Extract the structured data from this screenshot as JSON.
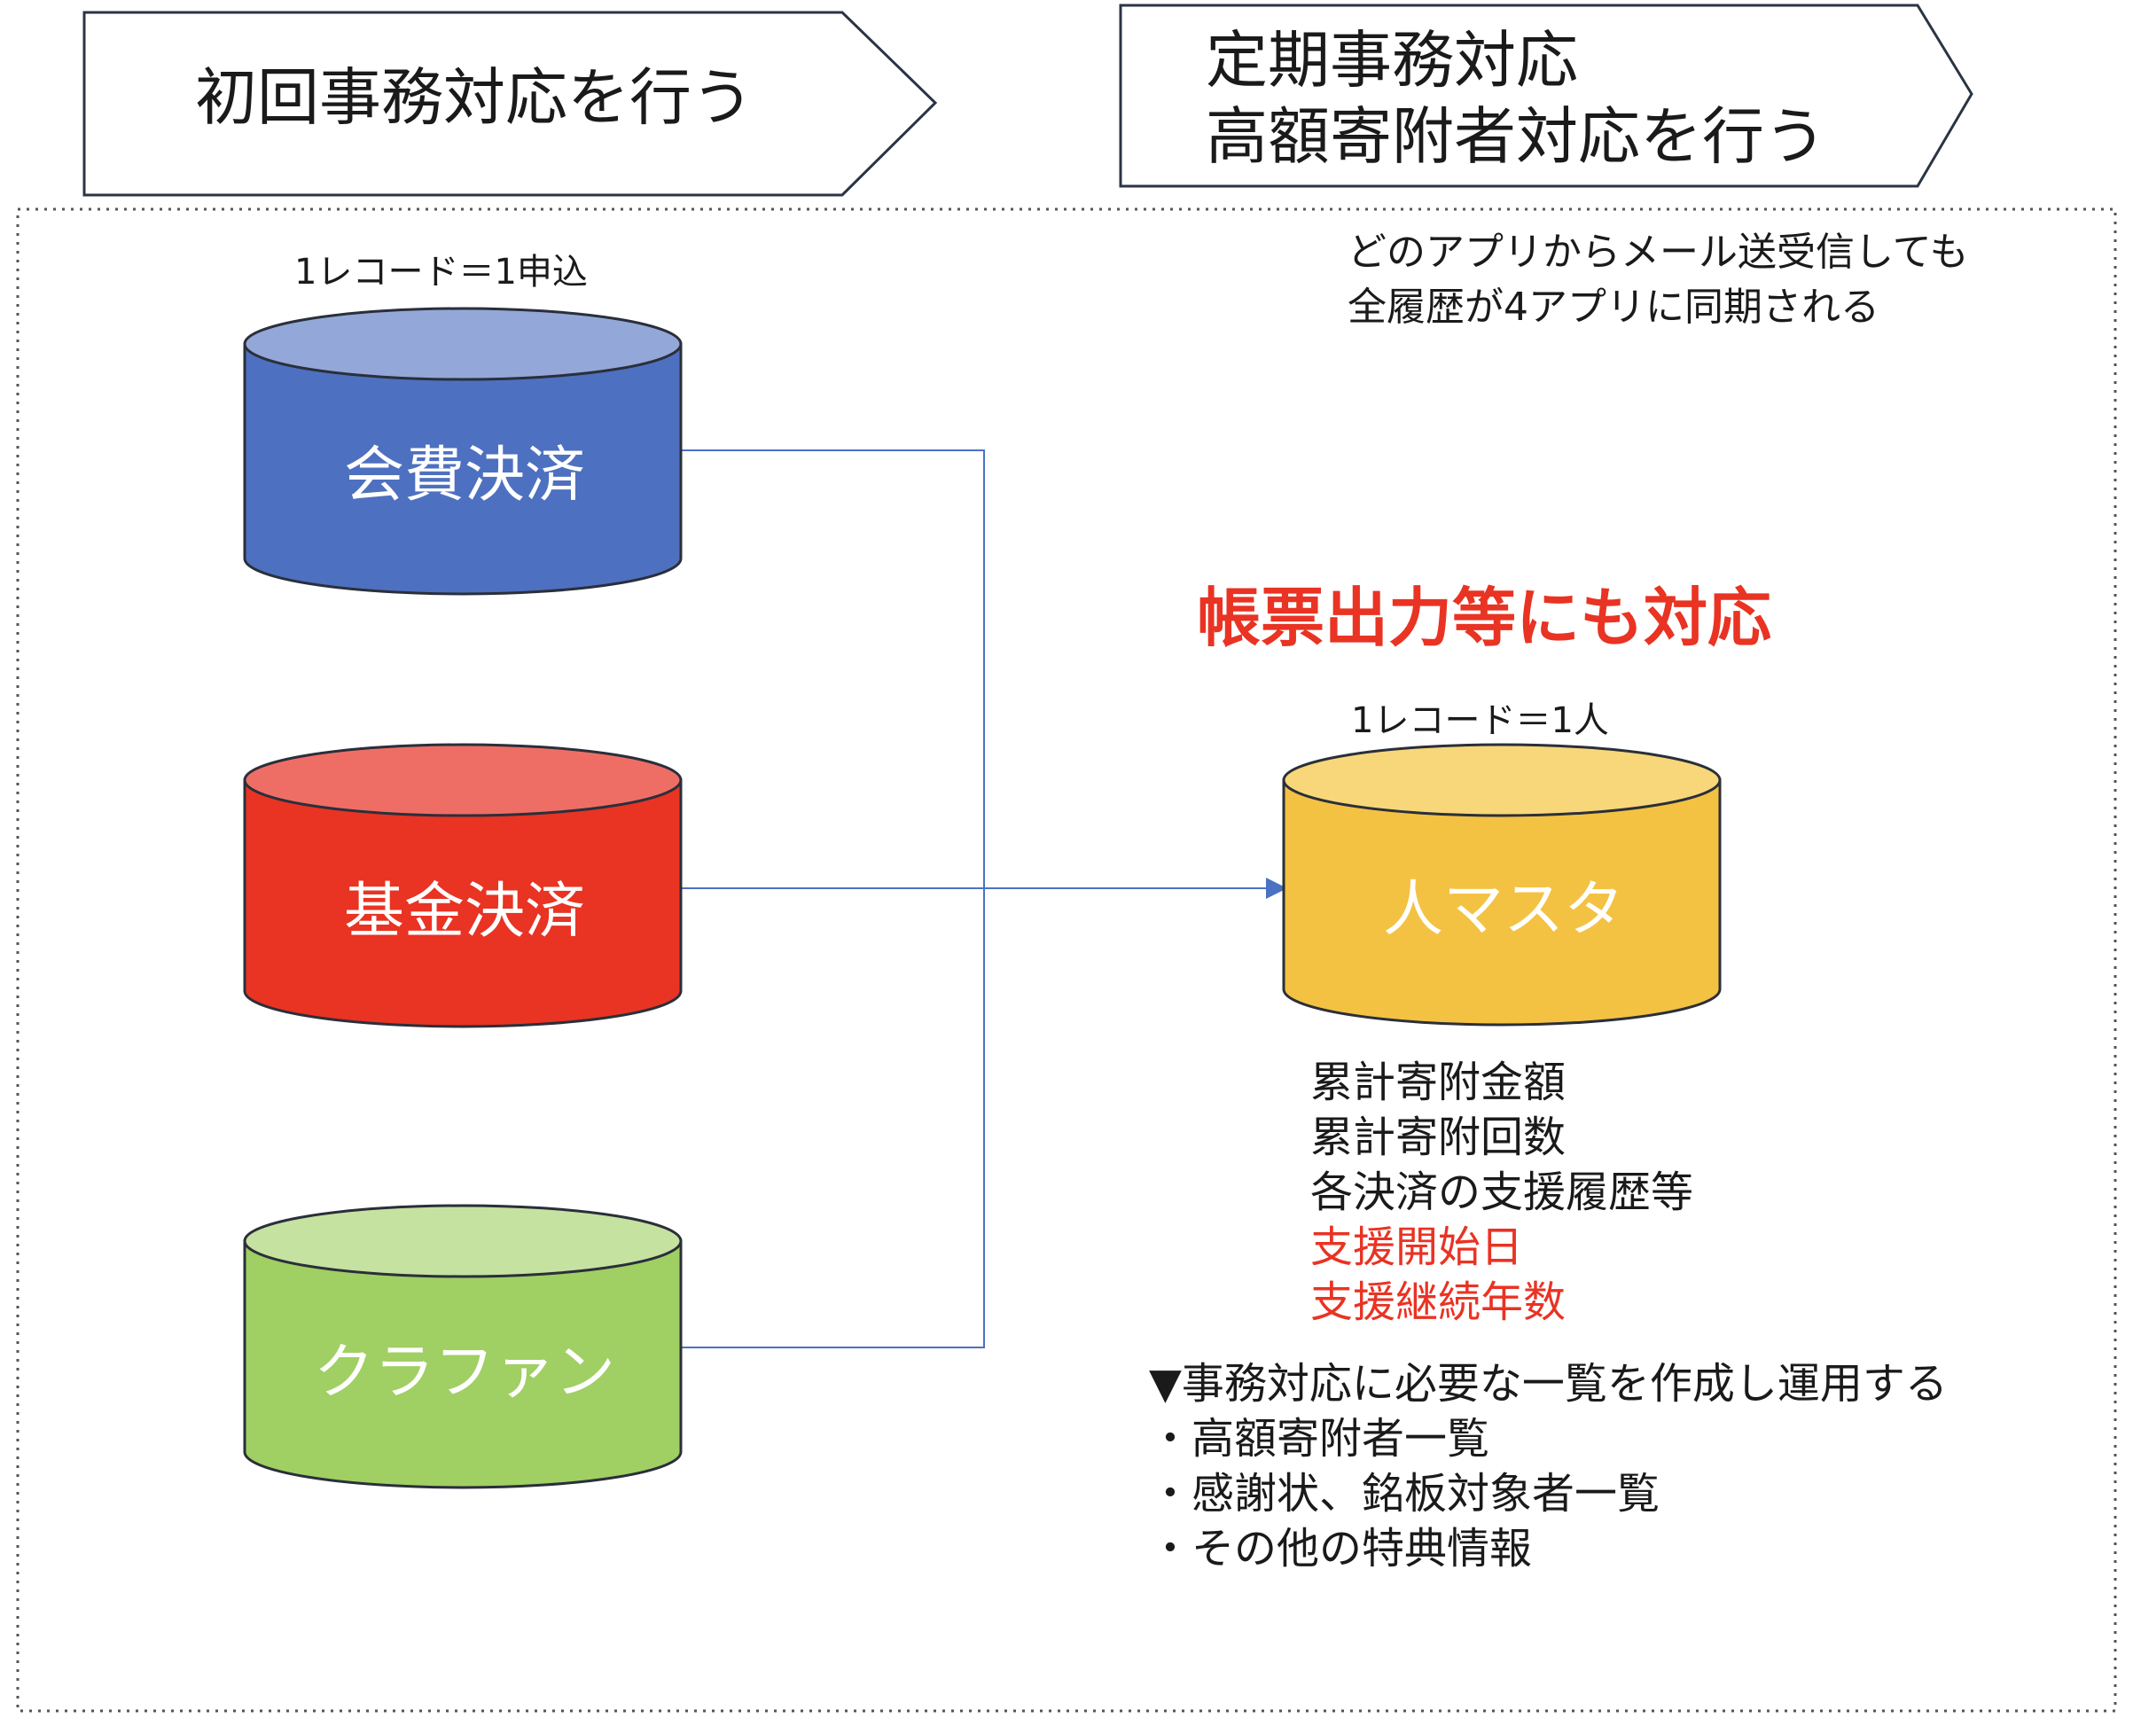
{
  "colors": {
    "blue": "#4e70c0",
    "blue_top": "#93a8d8",
    "red": "#e93323",
    "red_top": "#ee6e66",
    "green": "#a0cf63",
    "green_top": "#c5e2a0",
    "yellow": "#f4c242",
    "yellow_top": "#f7d779",
    "connector": "#4a72c4",
    "highlight_red": "#e93323"
  },
  "banners": {
    "left": {
      "text": "初回事務対応を行う"
    },
    "right": {
      "line1": "定期事務対応",
      "line2": "高額寄附者対応を行う"
    }
  },
  "sources": {
    "caption": "1レコード＝1申込",
    "items": [
      {
        "label": "会費決済",
        "color": "blue"
      },
      {
        "label": "基金決済",
        "color": "red"
      },
      {
        "label": "クラファン",
        "color": "green"
      }
    ]
  },
  "sync_note": {
    "line1": "どのアプリからメール送受信しても",
    "line2": "全履歴が4アプリに同期される"
  },
  "headline": "帳票出力等にも対応",
  "master": {
    "caption": "1レコード＝1人",
    "label": "人マスタ",
    "fields": [
      {
        "text": "累計寄附金額",
        "highlight": false
      },
      {
        "text": "累計寄附回数",
        "highlight": false
      },
      {
        "text": "各決済の支援履歴等",
        "highlight": false
      },
      {
        "text": "支援開始日",
        "highlight": true
      },
      {
        "text": "支援継続年数",
        "highlight": true
      }
    ]
  },
  "operations": {
    "title": "▼事務対応に必要な一覧を作成し運用する",
    "items": [
      "・高額寄附者一覧",
      "・感謝状、銘板対象者一覧",
      "・その他の特典情報"
    ]
  }
}
